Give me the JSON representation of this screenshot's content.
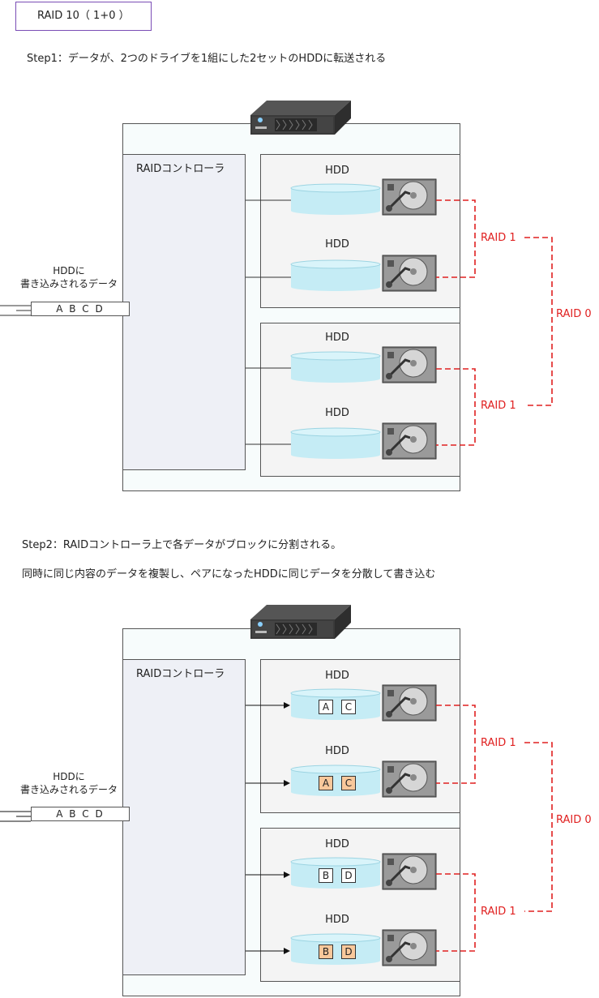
{
  "title": "RAID 10（ 1+0 ）",
  "step1": "Step1：データが、2つのドライブを1組にした2セットのHDDに転送される",
  "step2_line1": "Step2：RAIDコントローラ上で各データがブロックに分割される。",
  "step2_line2": "同時に同じ内容のデータを複製し、ペアになったHDDに同じデータを分散して書き込む",
  "controller": "RAIDコントローラ",
  "hdd": "HDD",
  "raid1": "RAID 1",
  "raid0": "RAID 0",
  "data_label_line1": "HDDに",
  "data_label_line2": "書き込みされるデータ",
  "data_value": "A B C D",
  "blocks": {
    "d1": [
      "A",
      "C"
    ],
    "d2": [
      "A",
      "C"
    ],
    "d3": [
      "B",
      "D"
    ],
    "d4": [
      "B",
      "D"
    ]
  },
  "colors": {
    "raid_line": "#e02020",
    "disk_fill": "#c5ecf5",
    "copy_fill": "#f9c89b",
    "title_border": "#7a4db5"
  }
}
